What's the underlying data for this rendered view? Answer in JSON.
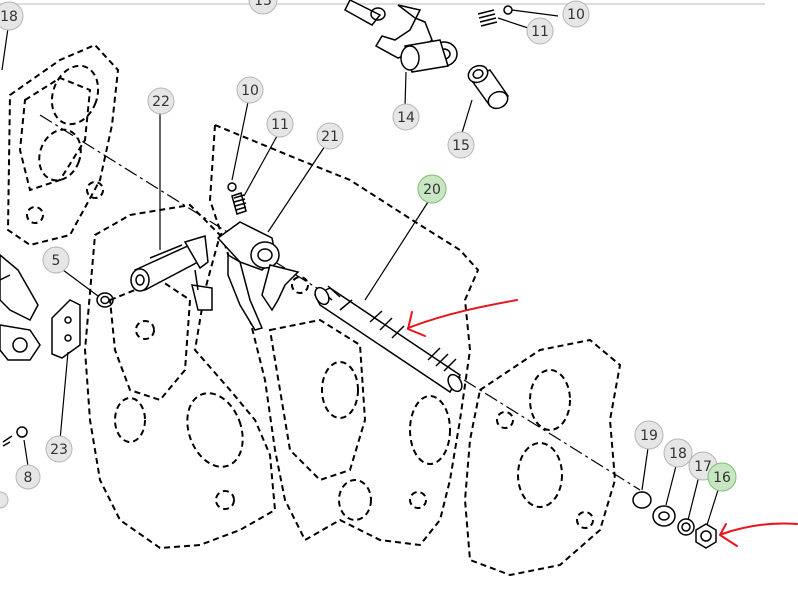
{
  "diagram": {
    "callouts": [
      {
        "id": "c18a",
        "label": "18",
        "highlight": false
      },
      {
        "id": "c13",
        "label": "13",
        "highlight": false
      },
      {
        "id": "c11a",
        "label": "11",
        "highlight": false
      },
      {
        "id": "c10a",
        "label": "10",
        "highlight": false
      },
      {
        "id": "c14",
        "label": "14",
        "highlight": false
      },
      {
        "id": "c15",
        "label": "15",
        "highlight": false
      },
      {
        "id": "c22",
        "label": "22",
        "highlight": false
      },
      {
        "id": "c10b",
        "label": "10",
        "highlight": false
      },
      {
        "id": "c11b",
        "label": "11",
        "highlight": false
      },
      {
        "id": "c21",
        "label": "21",
        "highlight": false
      },
      {
        "id": "c20",
        "label": "20",
        "highlight": true
      },
      {
        "id": "c5",
        "label": "5",
        "highlight": false
      },
      {
        "id": "c23",
        "label": "23",
        "highlight": false
      },
      {
        "id": "c8",
        "label": "8",
        "highlight": false
      },
      {
        "id": "c19",
        "label": "19",
        "highlight": false
      },
      {
        "id": "c18b",
        "label": "18",
        "highlight": false
      },
      {
        "id": "c17",
        "label": "17",
        "highlight": false
      },
      {
        "id": "c16",
        "label": "16",
        "highlight": true
      }
    ],
    "colors": {
      "callout_fill": "#e6e6e6",
      "callout_stroke": "#b5b5b5",
      "highlight_fill": "#c9e6c3",
      "highlight_stroke": "#7fbf74",
      "annotation_arrow": "#e8141b"
    }
  }
}
